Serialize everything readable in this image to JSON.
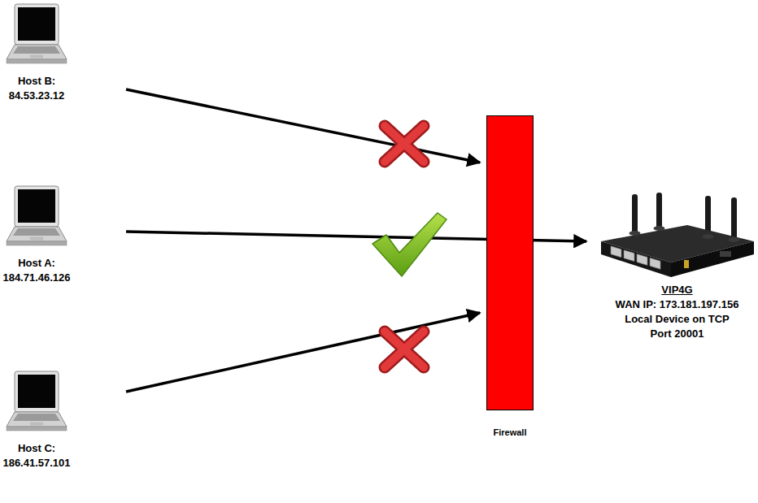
{
  "diagram": {
    "nodes": [
      {
        "text": [
          "Host B: 84.53.23.12"
        ]
      },
      {
        "text": [
          "Host A: 184.71.46.126"
        ]
      },
      {
        "text": [
          "Host C: 186.41.57.101"
        ]
      },
      {
        "text": [
          "Firewall"
        ]
      },
      {
        "text": [
          "VIP4G",
          "WAN IP: 173.181.197.156",
          "Local Device on TCP Port 20001"
        ]
      }
    ],
    "edges": [
      {
        "from": 0,
        "to": 3,
        "arrow": "to"
      },
      {
        "from": 1,
        "to": 4,
        "arrow": "to"
      },
      {
        "from": 2,
        "to": 3,
        "arrow": "to"
      }
    ]
  }
}
